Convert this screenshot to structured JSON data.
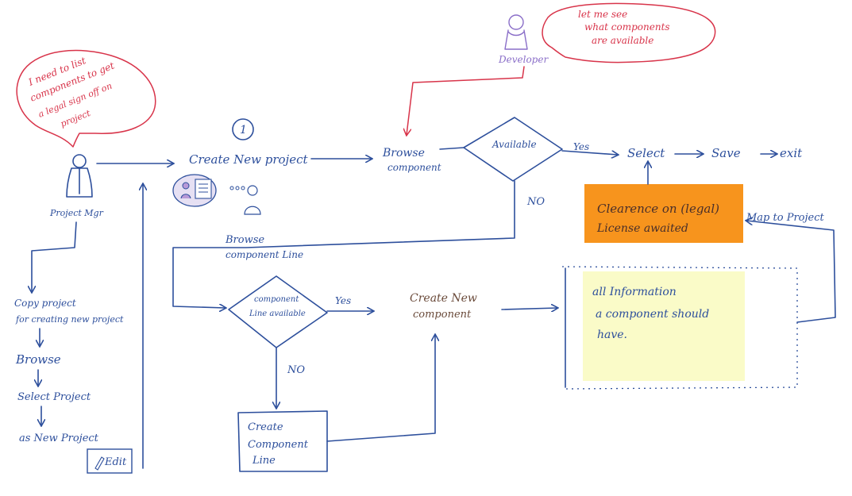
{
  "colors": {
    "ink": "#2d4f9c",
    "accent_red": "#d8344a",
    "developer_purple": "#8a6ec8",
    "orange_note": "#f7941d",
    "yellow_note": "#fafbc8"
  },
  "bubbles": {
    "pm_thought": [
      "I need to list",
      "components to get",
      "a legal sign off on",
      "project"
    ],
    "dev_thought": [
      "let me see",
      "what components",
      "are available"
    ]
  },
  "actors": {
    "project_mgr": "Project Mgr",
    "developer": "Developer"
  },
  "step_marker": "1",
  "nodes": {
    "create_new_project": "Create New project",
    "browse_component": [
      "Browse",
      "component"
    ],
    "available_decision": "Available",
    "yes_1": "Yes",
    "no_1": "NO",
    "select": "Select",
    "save": "Save",
    "exit": "exit",
    "browse_component_line": [
      "Browse",
      "component Line"
    ],
    "component_line_decision": [
      "component",
      "Line available"
    ],
    "yes_2": "Yes",
    "no_2": "NO",
    "create_new_component": [
      "Create New",
      "component"
    ],
    "create_component_line": [
      "Create",
      "Component",
      "Line"
    ],
    "map_to_project": "Map to Project"
  },
  "notes": {
    "orange": [
      "Clearence on (legal)",
      "License awaited"
    ],
    "yellow": [
      "all Information",
      "a component should",
      "have."
    ]
  },
  "copy_flow": {
    "copy_project": [
      "Copy project",
      "for creating new project"
    ],
    "browse": "Browse",
    "select_project": "Select Project",
    "as_new_project": "as New Project",
    "edit": "Edit"
  }
}
